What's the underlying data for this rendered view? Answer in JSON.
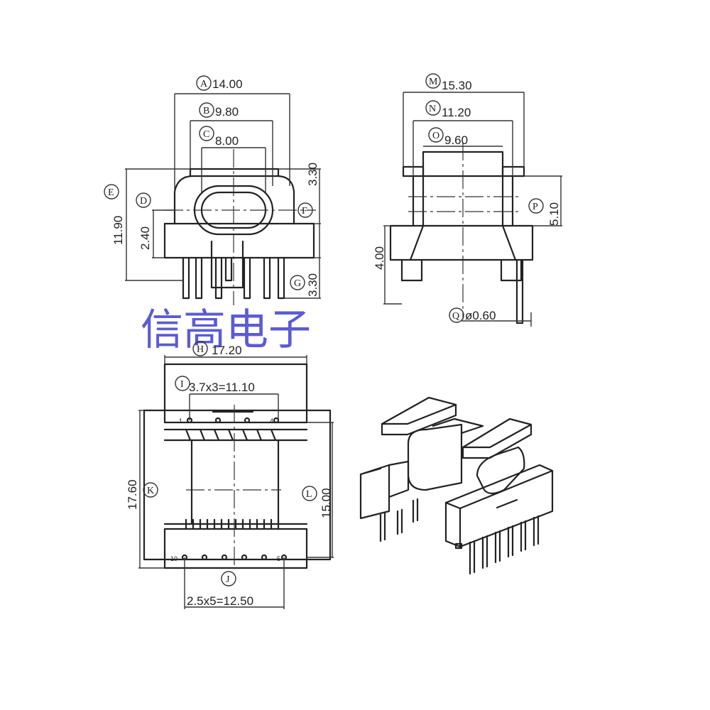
{
  "watermark": "信高电子",
  "front_view": {
    "A": {
      "letter": "A",
      "value": "14.00"
    },
    "B": {
      "letter": "B",
      "value": "9.80"
    },
    "C": {
      "letter": "C",
      "value": "8.00"
    },
    "D": {
      "letter": "D",
      "value": "2.40"
    },
    "E": {
      "letter": "E",
      "value": "11.90"
    },
    "F": {
      "letter": "F",
      "value": "3.30"
    },
    "G": {
      "letter": "G",
      "value": "3.30"
    }
  },
  "side_view": {
    "M": {
      "letter": "M",
      "value": "15.30"
    },
    "N": {
      "letter": "N",
      "value": "11.20"
    },
    "O": {
      "letter": "O",
      "value": "9.60"
    },
    "P": {
      "letter": "P",
      "value": "5.10"
    },
    "Q": {
      "letter": "Q",
      "value": "ø0.60"
    },
    "height": "4.00"
  },
  "bottom_view": {
    "H": {
      "letter": "H",
      "value": "17.20"
    },
    "I": {
      "letter": "I",
      "value": "3.7x3=11.10"
    },
    "J": {
      "letter": "J",
      "value": "2.5x5=12.50"
    },
    "K": {
      "letter": "K",
      "value": "17.60"
    },
    "L": {
      "letter": "L",
      "value": "15.00"
    },
    "pins": {
      "p1": "1",
      "p4": "4",
      "p10": "10",
      "p5": "5"
    }
  }
}
